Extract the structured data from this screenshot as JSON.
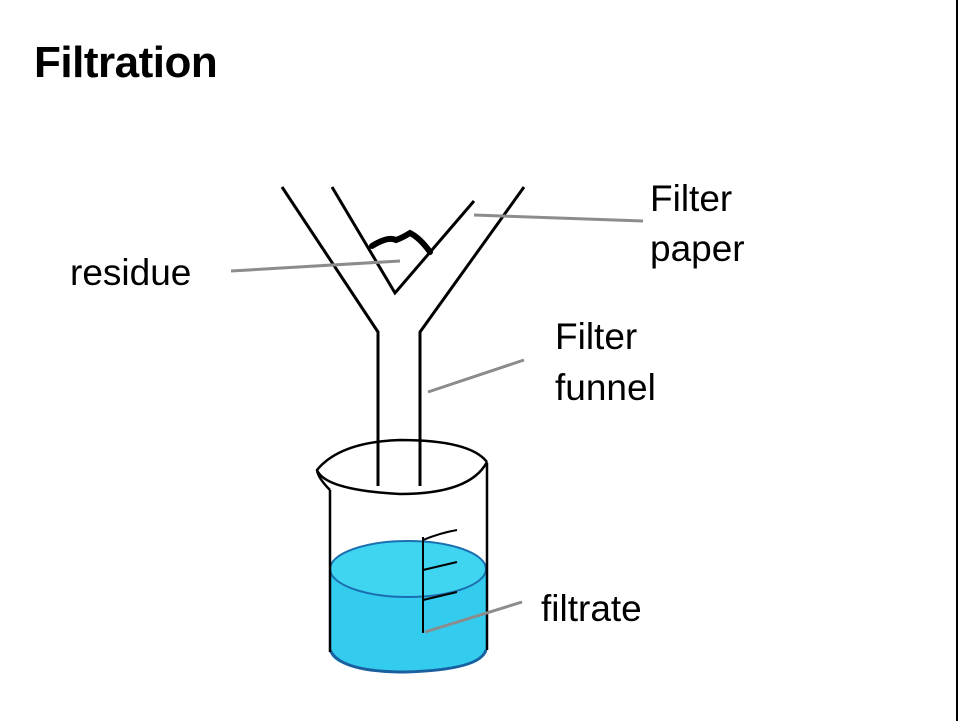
{
  "title": "Filtration",
  "labels": {
    "residue": "residue",
    "filter_paper_line1": "Filter",
    "filter_paper_line2": "paper",
    "filter_funnel_line1": "Filter",
    "filter_funnel_line2": "funnel",
    "filtrate": "filtrate"
  },
  "colors": {
    "liquid": "#33ccee",
    "liquid_surface": "#3fd4f0",
    "leader_line": "#8c8c8c",
    "outline": "#000000"
  }
}
